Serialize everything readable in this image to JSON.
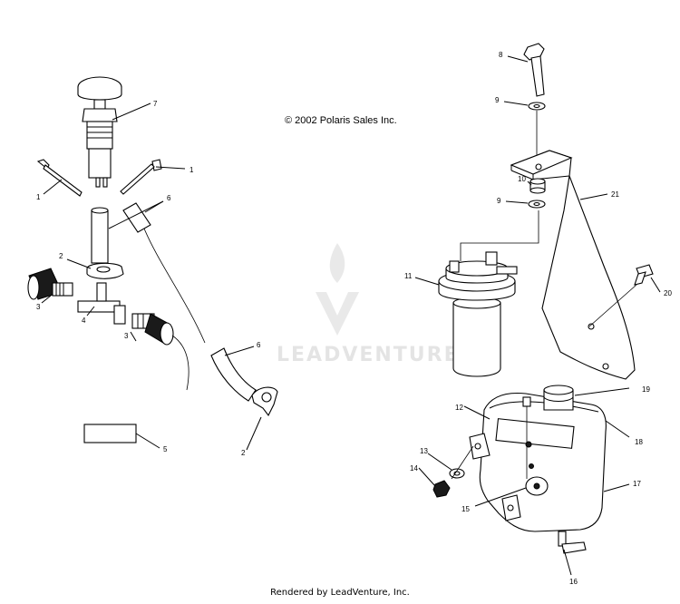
{
  "copyright": "© 2002 Polaris Sales Inc.",
  "watermark": "LEADVENTURE",
  "footer": "Rendered by LeadVenture, Inc.",
  "callouts": {
    "c1a": "1",
    "c1b": "1",
    "c2a": "2",
    "c2b": "2",
    "c3a": "3",
    "c3b": "3",
    "c4": "4",
    "c5": "5",
    "c6a": "6",
    "c6b": "6",
    "c7": "7",
    "c8": "8",
    "c9a": "9",
    "c9b": "9",
    "c10": "10",
    "c11": "11",
    "c12": "12",
    "c13": "13",
    "c14": "14",
    "c15": "15",
    "c16": "16",
    "c17": "17",
    "c18": "18",
    "c19": "19",
    "c20": "20",
    "c21": "21"
  }
}
